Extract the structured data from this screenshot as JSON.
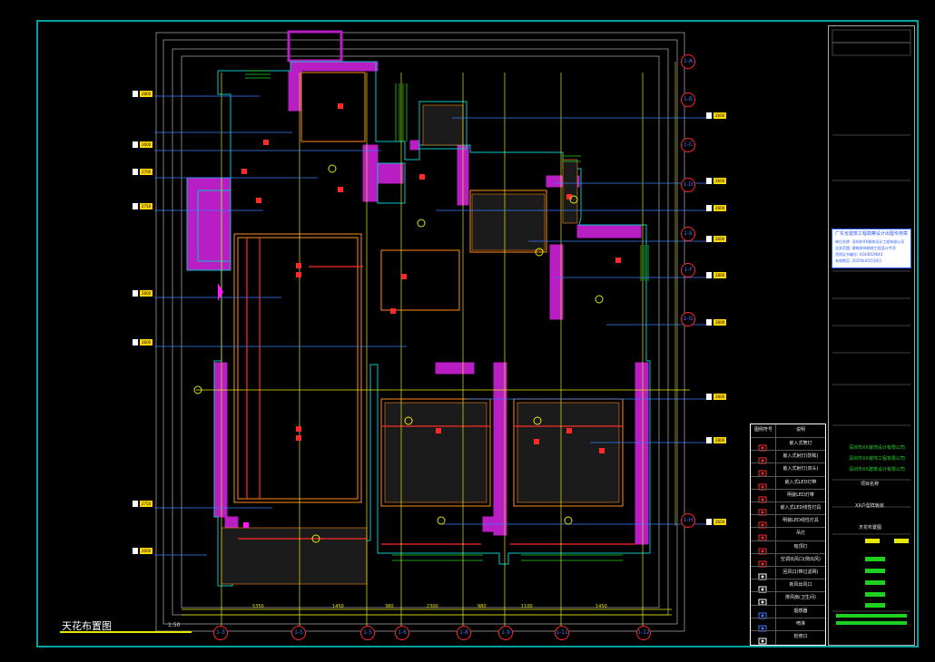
{
  "drawing": {
    "title": "天花布置图",
    "scale": "1:50"
  },
  "grid_bottom": [
    "1-3",
    "1-5",
    "1-5",
    "1-6",
    "1-8",
    "1-9",
    "1-11",
    "1-12"
  ],
  "grid_right": [
    "1-A",
    "1-B",
    "1-C",
    "1-D",
    "1-E",
    "1-F",
    "1-G",
    "1-H"
  ],
  "legend": {
    "header_symbol": "图例符号",
    "header_desc": "说明",
    "rows": [
      {
        "text": "嵌入式筒灯",
        "icon": "downlight-icon"
      },
      {
        "text": "嵌入式射灯(防眩)",
        "icon": "spotlight-icon"
      },
      {
        "text": "嵌入式射灯(双头)",
        "icon": "double-spotlight-icon"
      },
      {
        "text": "嵌入式LED灯带",
        "icon": "led-strip-icon"
      },
      {
        "text": "明装LED灯带",
        "icon": "led-strip-surface-icon"
      },
      {
        "text": "嵌入式LED线性灯具",
        "icon": "linear-light-icon"
      },
      {
        "text": "明装LED线性灯具",
        "icon": "linear-light-surface-icon"
      },
      {
        "text": "吊灯",
        "icon": "pendant-icon"
      },
      {
        "text": "吸顶灯",
        "icon": "ceiling-lamp-icon"
      },
      {
        "text": "空调出风口(侧出风)",
        "icon": "ac-outlet-icon"
      },
      {
        "text": "回风口(带过滤网)",
        "icon": "return-air-icon"
      },
      {
        "text": "新风出风口",
        "icon": "fresh-air-icon"
      },
      {
        "text": "排风扇(卫生间)",
        "icon": "exhaust-fan-icon"
      },
      {
        "text": "烟感器",
        "icon": "smoke-detector-icon"
      },
      {
        "text": "喷淋",
        "icon": "sprinkler-icon"
      },
      {
        "text": "检修口",
        "icon": "access-hatch-icon"
      }
    ]
  },
  "certificate": {
    "title": "广东省建筑工程勘察设计出图专用章",
    "lines": [
      "单位名称: 深圳市XX装饰设计工程有限公司",
      "业务范围: 建筑装饰装修工程设计专项",
      "资质证书编号: A244019643",
      "有效期至: 2025年05月19日"
    ]
  },
  "companies": [
    "深圳市XX装饰设计有限公司",
    "深圳市XX装饰工程有限公司",
    "深圳市XX建筑设计有限公司"
  ],
  "project": {
    "label1": "项目名称",
    "label2": "XX户型样板房",
    "label3": "天花布置图"
  },
  "dimensions_bottom": [
    "5350",
    "1450",
    "380",
    "2300",
    "980",
    "1100",
    "1450"
  ],
  "colors": {
    "frame": "#00a3a3",
    "wall": "#b81ec4",
    "ceiling_line": "#ff2a2a",
    "leader": "#3a7bff",
    "grid": "#e8e800",
    "green": "#1fd11f"
  }
}
